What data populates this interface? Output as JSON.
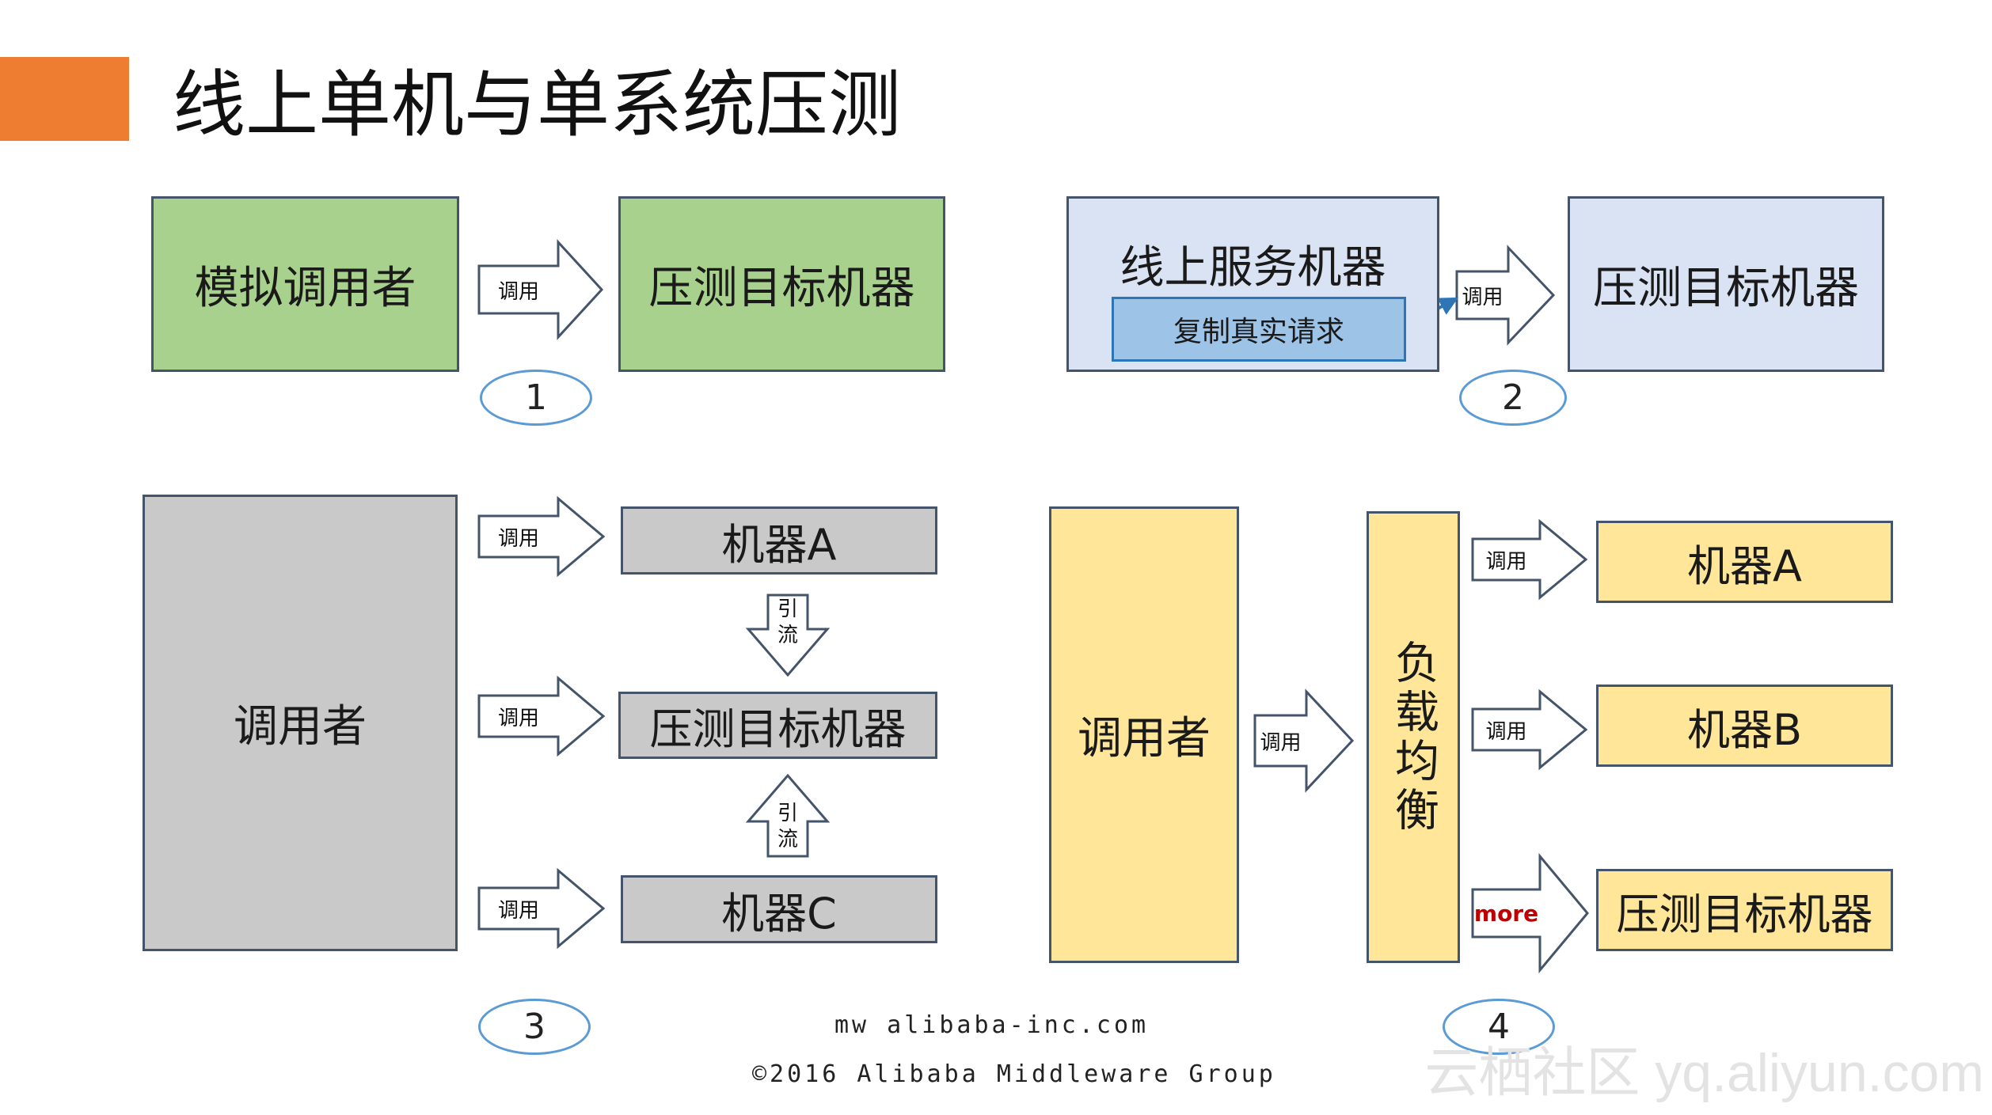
{
  "title": "线上单机与单系统压测",
  "labels": {
    "call": "调用",
    "divert": "引\n流",
    "more": "more"
  },
  "panel1": {
    "left": "模拟调用者",
    "right": "压测目标机器",
    "number": "1"
  },
  "panel2": {
    "source": "线上服务机器",
    "copy": "复制真实请求",
    "target": "压测目标机器",
    "number": "2"
  },
  "panel3": {
    "caller": "调用者",
    "machine_a": "机器A",
    "target": "压测目标机器",
    "machine_c": "机器C",
    "number": "3"
  },
  "panel4": {
    "caller": "调用者",
    "lb": "负载均衡",
    "machine_a": "机器A",
    "machine_b": "机器B",
    "target": "压测目标机器",
    "number": "4"
  },
  "footer": {
    "line1": "mw alibaba-inc.com",
    "line2": "©2016 Alibaba Middleware Group"
  },
  "watermark": "云栖社区 yq.aliyun.com",
  "colors": {
    "accent": "#ee7d31",
    "green": "#a9d18e",
    "blue": "#dae3f3",
    "gray": "#c9c9c9",
    "yellow": "#ffe699",
    "more": "#c00000"
  }
}
